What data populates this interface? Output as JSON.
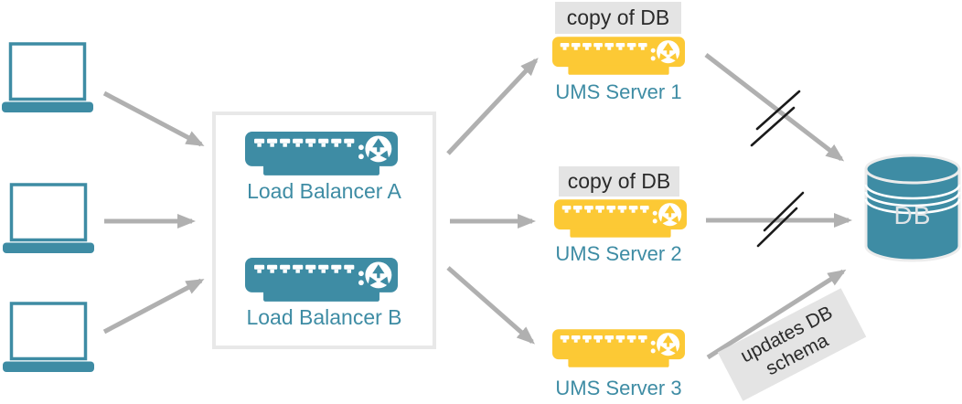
{
  "colors": {
    "teal": "#3E8CA4",
    "yellow": "#FCC935",
    "arrow": "#B0B0B0",
    "boxborder": "#E8E8E8",
    "badgebg": "#E4E4E4",
    "badgetext": "#2B2B2B",
    "slash": "#1A1A1A",
    "dbstroke": "#ECECEC",
    "dbtext": "#DDE3E6",
    "bg": "#FFFFFF"
  },
  "clients": {
    "count": 3,
    "icon": "laptop-icon"
  },
  "load_balancer_group": {
    "items": [
      {
        "label": "Load Balancer A",
        "icon": "rack-server-icon"
      },
      {
        "label": "Load Balancer B",
        "icon": "rack-server-icon"
      }
    ]
  },
  "ums_servers": [
    {
      "label": "UMS Server 1",
      "badge": "copy of DB",
      "icon": "rack-server-icon"
    },
    {
      "label": "UMS Server 2",
      "badge": "copy of DB",
      "icon": "rack-server-icon"
    },
    {
      "label": "UMS Server 3",
      "badge": "",
      "icon": "rack-server-icon"
    }
  ],
  "database": {
    "label": "DB",
    "icon": "database-cylinder-icon"
  },
  "annotations": {
    "schema_note": {
      "line1": "updates DB",
      "line2": "schema"
    },
    "broken_link_marks": "double-slash on UMS Server 1 and UMS Server 2 links"
  }
}
